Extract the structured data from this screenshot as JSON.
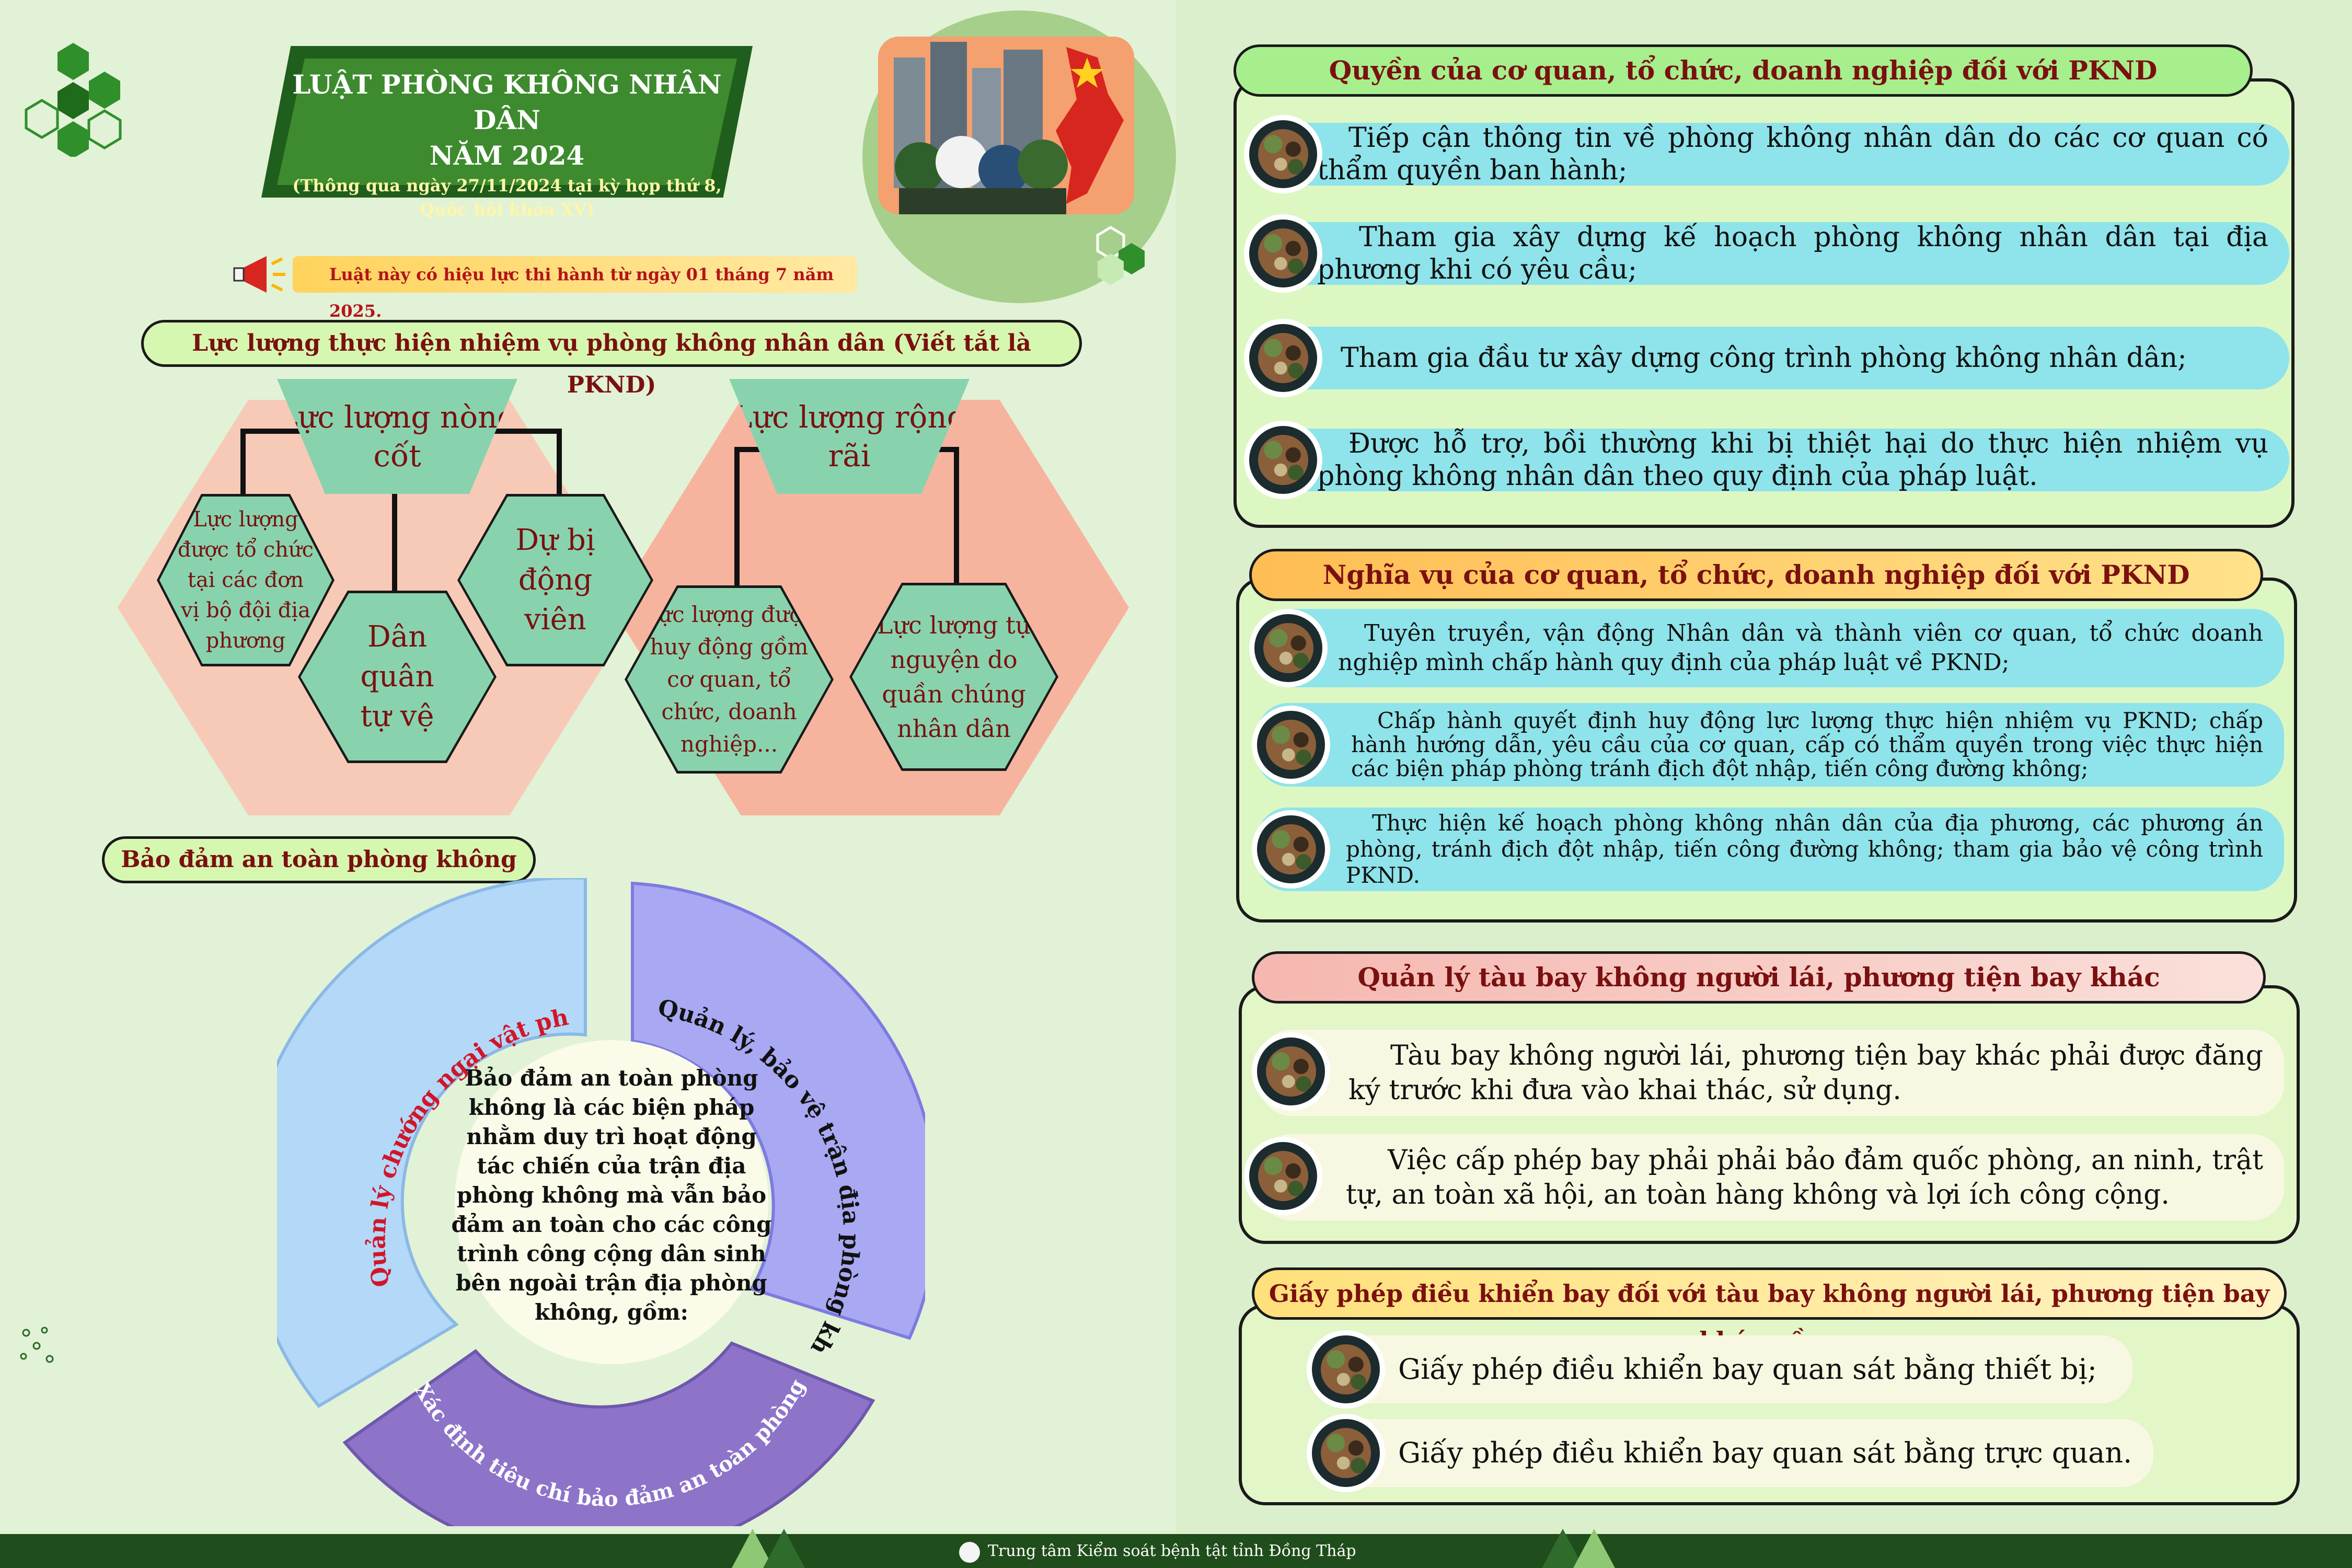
{
  "header": {
    "title_line1": "LUẬT PHÒNG KHÔNG NHÂN DÂN",
    "title_line2": "NĂM 2024",
    "subtitle_line1": "(Thông qua ngày 27/11/2024 tại kỳ họp thứ 8,",
    "subtitle_line2": "Quốc hội khóa XV)",
    "effective": "Luật này có hiệu lực thi hành từ ngày 01 tháng 7 năm 2025."
  },
  "luc_luong": {
    "title": "Lực lượng thực hiện nhiệm vụ phòng không nhân dân (Viết tắt là PKND)",
    "core": {
      "label": "Lực lượng nòng cốt",
      "items": [
        "Lực lượng được tổ chức tại các đơn vị bộ đội địa phương",
        "Dân quân tự vệ",
        "Dự bị động viên"
      ]
    },
    "broad": {
      "label": "Lực lượng rộng rãi",
      "items": [
        "Lực lượng được huy động gồm cơ quan, tổ chức, doanh nghiệp...",
        "Lực lượng tự nguyện do quần chúng nhân dân"
      ]
    }
  },
  "bao_dam": {
    "title": "Bảo đảm an toàn phòng không",
    "center": "Bảo đảm an toàn phòng không là các biện pháp nhằm duy trì hoạt động tác chiến của trận địa phòng không mà vẫn bảo đảm an toàn cho các công trình công cộng dân sinh bên ngoài trận địa phòng không, gồm:",
    "segments": [
      "Quản lý chướng ngại vật phòng không;",
      "Quản lý, bảo vệ trận địa phòng không;",
      "Xác định tiêu chí bảo đảm an toàn phòng không."
    ],
    "colors": [
      "#b3d8f8",
      "#a9a8f2",
      "#8d74c9"
    ]
  },
  "quyen": {
    "title": "Quyền của cơ quan, tổ chức, doanh nghiệp đối với PKND",
    "items": [
      "Tiếp cận thông tin về phòng không nhân dân do các cơ quan có thẩm quyền ban hành;",
      "Tham gia xây dựng kế hoạch phòng không nhân dân tại địa phương khi có yêu cầu;",
      "Tham gia đầu tư xây dựng công trình phòng không nhân dân;",
      "Được hỗ trợ, bồi thường khi bị thiệt hại do thực hiện nhiệm vụ phòng không nhân dân theo quy định của pháp luật."
    ]
  },
  "nghia_vu": {
    "title": "Nghĩa vụ của cơ quan, tổ chức, doanh nghiệp đối với PKND",
    "items": [
      "Tuyên truyền, vận động Nhân dân và thành viên cơ quan, tổ chức doanh nghiệp mình chấp hành quy định của pháp luật về PKND;",
      "Chấp hành quyết định huy động lực lượng thực hiện nhiệm vụ PKND; chấp hành hướng dẫn, yêu cầu của cơ quan, cấp có thẩm quyền trong việc thực hiện các biện pháp phòng tránh địch đột nhập, tiến công đường không;",
      "Thực hiện kế hoạch phòng không nhân dân của địa phương, các phương án phòng, tránh địch đột nhập, tiến công đường không; tham gia bảo vệ công trình PKND."
    ]
  },
  "quan_ly": {
    "title": "Quản lý tàu bay không người lái, phương tiện bay khác",
    "items": [
      "Tàu bay không người lái, phương tiện bay khác phải được đăng ký trước khi đưa vào khai thác, sử dụng.",
      "Việc cấp phép bay phải phải bảo đảm quốc phòng, an ninh, trật tự, an toàn xã hội, an toàn hàng không và lợi ích công cộng."
    ]
  },
  "giay_phep": {
    "title": "Giấy phép điều khiển bay đối với tàu bay không người lái, phương tiện bay khác gồm:",
    "items": [
      "Giấy phép điều khiển bay quan sát bằng thiết bị;",
      "Giấy phép điều khiển bay quan sát bằng trực quan."
    ]
  },
  "footer": {
    "text": "Trung tâm Kiểm soát bệnh tật tỉnh Đồng Tháp"
  }
}
